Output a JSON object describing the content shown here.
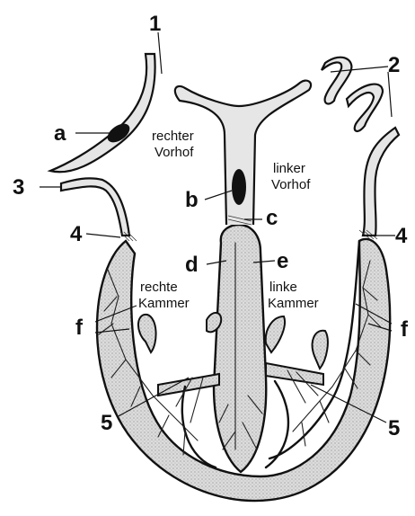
{
  "markers": {
    "m1": "1",
    "m2": "2",
    "m3": "3",
    "m4_left": "4",
    "m4_right": "4",
    "m5_left": "5",
    "m5_right": "5",
    "a": "a",
    "b": "b",
    "c": "c",
    "d": "d",
    "e": "e",
    "f_left": "f",
    "f_right": "f"
  },
  "chambers": {
    "right_atrium": {
      "line1": "rechter",
      "line2": "Vorhof"
    },
    "left_atrium": {
      "line1": "linker",
      "line2": "Vorhof"
    },
    "right_ventricle": {
      "line1": "rechte",
      "line2": "Kammer"
    },
    "left_ventricle": {
      "line1": "linke",
      "line2": "Kammer"
    }
  },
  "colors": {
    "tissue": "#d9d9d9",
    "node": "#111111",
    "ink": "#111111"
  }
}
